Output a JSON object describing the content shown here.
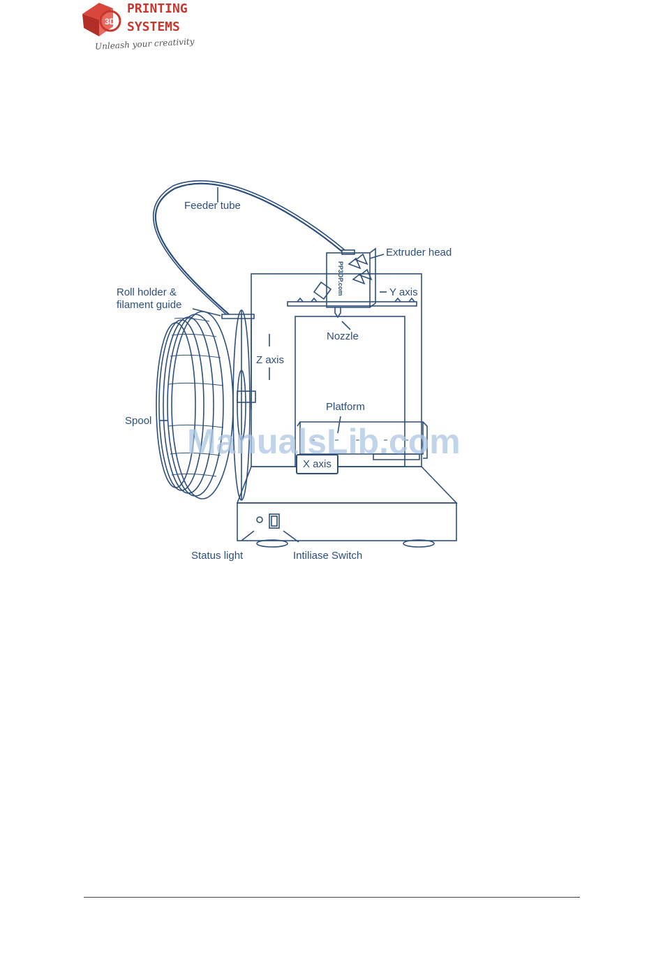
{
  "logo": {
    "line1": "PRINTING",
    "line2": "SYSTEMS",
    "badge": "3D",
    "tagline": "Unleash your creativity",
    "brand_color": "#c8372d"
  },
  "diagram": {
    "labels": {
      "feeder_tube": "Feeder tube",
      "extruder_head": "Extruder head",
      "y_axis": "Y axis",
      "roll_holder": "Roll holder &\nfilament guide",
      "nozzle": "Nozzle",
      "z_axis": "Z axis",
      "platform": "Platform",
      "spool": "Spool",
      "x_axis": "X axis",
      "status_light": "Status light",
      "initialise_switch": "Intiliase Switch",
      "head_text": "PP3DP.com"
    },
    "line_color": "#2d4f7c"
  },
  "watermark": "ManualsLib.com"
}
